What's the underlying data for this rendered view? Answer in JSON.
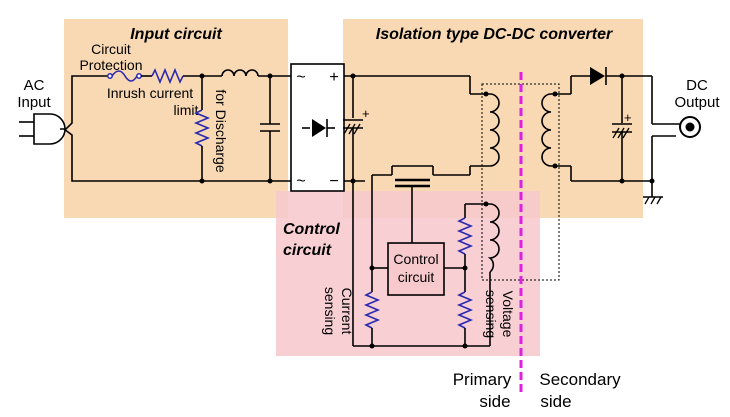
{
  "blocks": {
    "input_circuit": "Input circuit",
    "isolation_converter": "Isolation type DC-DC converter",
    "control_circuit_line1": "Control",
    "control_circuit_line2": "circuit",
    "control_ic_line1": "Control",
    "control_ic_line2": "circuit"
  },
  "labels": {
    "ac_input_line1": "AC",
    "ac_input_line2": "Input",
    "circuit_protection_line1": "Circuit",
    "circuit_protection_line2": "Protection",
    "inrush_line1": "Inrush current",
    "inrush_line2": "limit",
    "discharge": "for Discharge",
    "dc_output_line1": "DC",
    "dc_output_line2": "Output",
    "current_sensing_line1": "Current",
    "current_sensing_line2": "sensing",
    "voltage_sensing_line1": "Voltage",
    "voltage_sensing_line2": "sensing",
    "primary_line1": "Primary",
    "primary_line2": "side",
    "secondary_line1": "Secondary",
    "secondary_line2": "side",
    "plus_sign": "+",
    "minus_sign": "−",
    "tilde_sign": "~"
  },
  "colors": {
    "input_box": "#f9d9b4",
    "control_box": "#f7c8cc",
    "resistor": "#2a2ab0",
    "isolation_line": "#e020e0",
    "side_labels": "#2a9a2a"
  }
}
